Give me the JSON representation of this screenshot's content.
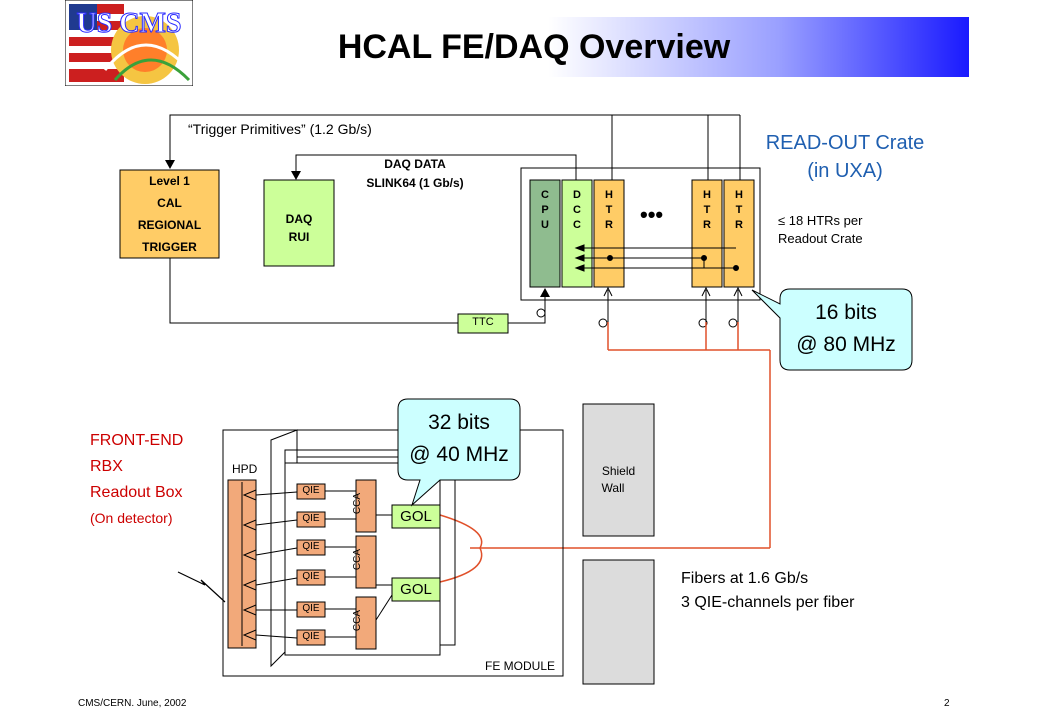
{
  "header": {
    "title": "HCAL FE/DAQ Overview",
    "logo_text": "US CMS"
  },
  "trigger": {
    "primitives_label": "“Trigger Primitives” (1.2 Gb/s)",
    "l1_lines": [
      "Level 1",
      "CAL",
      "REGIONAL",
      "TRIGGER"
    ]
  },
  "daq": {
    "data_label_1": "DAQ DATA",
    "data_label_2": "SLINK64  (1 Gb/s)",
    "rui_lines": [
      "DAQ",
      "RUI"
    ]
  },
  "crate": {
    "title_1": "READ-OUT Crate",
    "title_2": "(in UXA)",
    "cpu": [
      "C",
      "P",
      "U"
    ],
    "dcc": [
      "D",
      "C",
      "C"
    ],
    "htr": [
      "H",
      "T",
      "R"
    ],
    "ellipsis": "•••",
    "note_1": "≤ 18 HTRs per",
    "note_2": "Readout Crate",
    "ttc": "TTC"
  },
  "callouts": {
    "htr_bits": "16 bits",
    "htr_rate": "@ 80 MHz",
    "fe_bits": "32 bits",
    "fe_rate": "@ 40 MHz"
  },
  "frontend": {
    "line_1": "FRONT-END",
    "line_2": "RBX",
    "line_3": "Readout Box",
    "line_4": "(On detector)",
    "hpd": "HPD",
    "qie": "QIE",
    "cca": "CCA",
    "gol": "GOL",
    "module": "FE  MODULE"
  },
  "shield": {
    "line_1": "Shield",
    "line_2": "Wall"
  },
  "fibers": {
    "line_1": "Fibers at 1.6 Gb/s",
    "line_2": "3 QIE-channels per fiber"
  },
  "footer": {
    "left": "CMS/CERN. June, 2002",
    "page": "2"
  },
  "colors": {
    "green": "#8fbc8f",
    "lightgreen": "#ccff99",
    "orange": "#ffcc66",
    "hpd": "#f2a97a",
    "callout": "#ccffff",
    "fiber": "#e0502a",
    "gray": "#dcdcdc",
    "red_text": "#cc0000",
    "blue_text": "#1f5fb0"
  }
}
